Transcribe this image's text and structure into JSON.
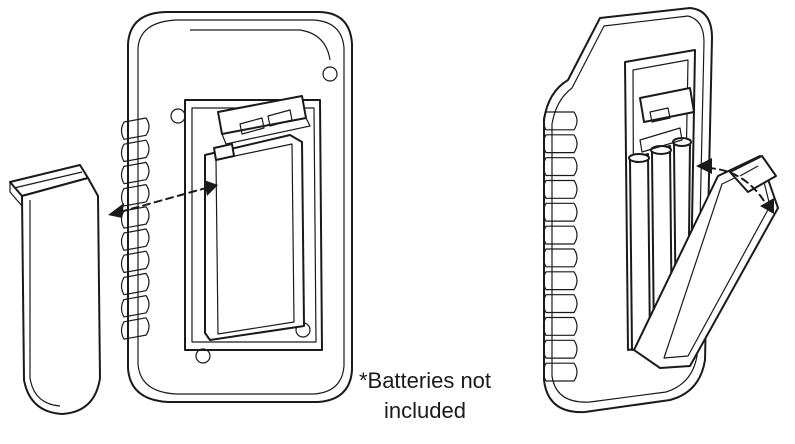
{
  "diagram": {
    "caption_line1": "*Batteries not",
    "caption_line2": "included",
    "line_color": "#1a1a1a",
    "background_color": "#ffffff",
    "left_figure": {
      "grip_ribs": 10
    },
    "right_figure": {
      "grip_ribs": 12
    }
  }
}
